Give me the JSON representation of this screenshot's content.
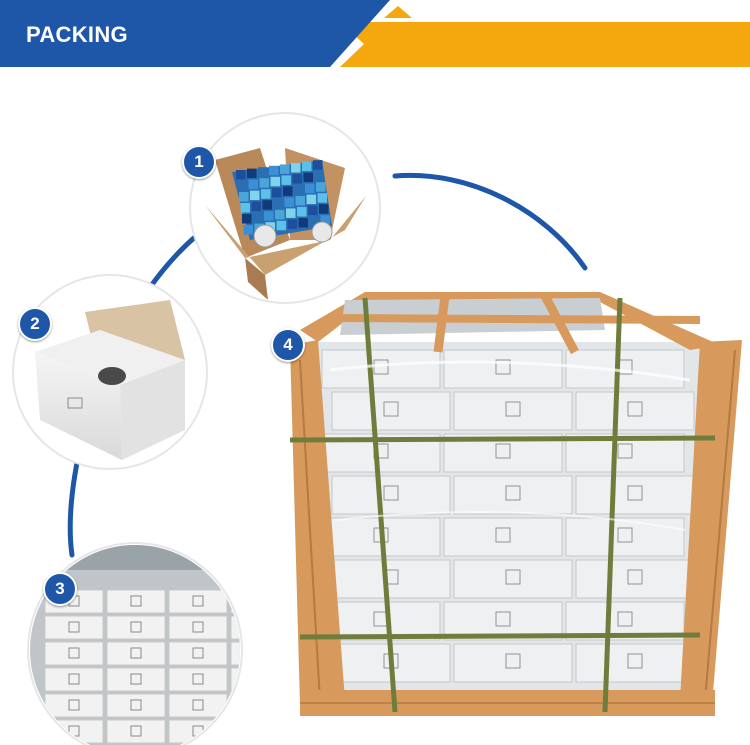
{
  "header": {
    "title": "PACKING",
    "colors": {
      "blue": "#1f57a8",
      "orange": "#f4a80e"
    }
  },
  "steps": [
    {
      "number": "1",
      "image": "open-box-with-mosaic-tiles"
    },
    {
      "number": "2",
      "image": "white-carton-box"
    },
    {
      "number": "3",
      "image": "stacked-cartons-in-warehouse"
    },
    {
      "number": "4",
      "image": "wooden-pallet-wrapped-cartons"
    }
  ],
  "colors": {
    "connector": "#1f57a8",
    "wood": "#d89a5c",
    "strap": "#6f7d3c"
  }
}
